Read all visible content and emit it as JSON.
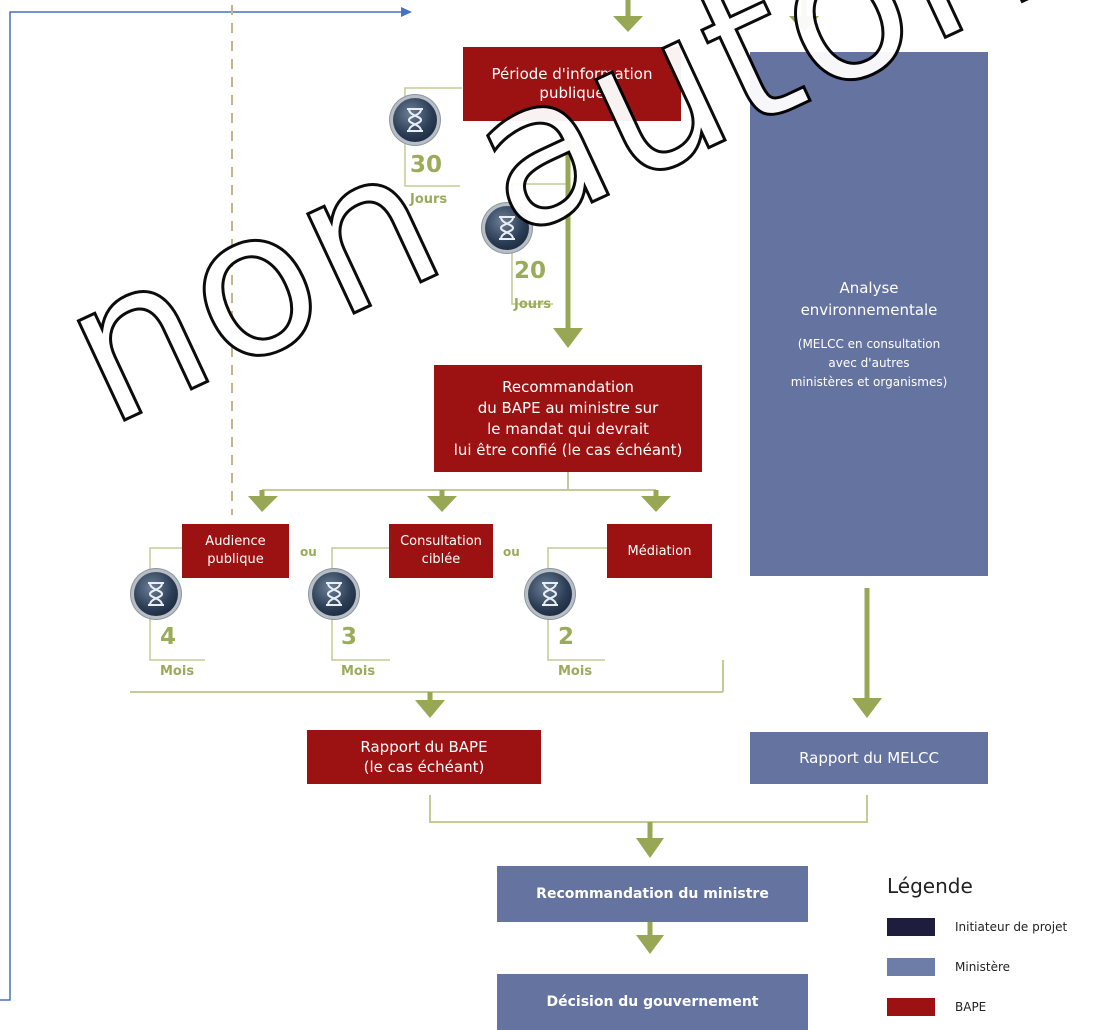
{
  "boxes": {
    "periode": "Période d'information\npublique",
    "analyse_title": "Analyse\nenvironnementale",
    "analyse_sub": "(MELCC en consultation\navec d'autres\nministères et organismes)",
    "recommandation_bape": "Recommandation\ndu BAPE au ministre sur\nle mandat qui devrait\nlui être confié (le cas échéant)",
    "audience": "Audience\npublique",
    "consultation": "Consultation\nciblée",
    "mediation": "Médiation",
    "rapport_bape": "Rapport du BAPE\n(le cas échéant)",
    "rapport_melcc": "Rapport du MELCC",
    "recommandation_ministre": "Recommandation du ministre",
    "decision": "Décision du gouvernement"
  },
  "durations": [
    {
      "value": "30",
      "unit": "Jours"
    },
    {
      "value": "20",
      "unit": "Jours"
    },
    {
      "value": "4",
      "unit": "Mois"
    },
    {
      "value": "3",
      "unit": "Mois"
    },
    {
      "value": "2",
      "unit": "Mois"
    }
  ],
  "connectors": {
    "or": "ou"
  },
  "legend": {
    "title": "Légende",
    "items": [
      {
        "label": "Initiateur de projet",
        "color": "#1f1d3d"
      },
      {
        "label": "Ministère",
        "color": "#6e7ca8"
      },
      {
        "label": "BAPE",
        "color": "#9c1212"
      }
    ]
  },
  "watermark": "non autorisé",
  "colors": {
    "bape": "#9c1212",
    "ministere": "#6573a0",
    "arrow": "#97a754",
    "line": "#c4cb95",
    "outline": "#4472c4"
  }
}
